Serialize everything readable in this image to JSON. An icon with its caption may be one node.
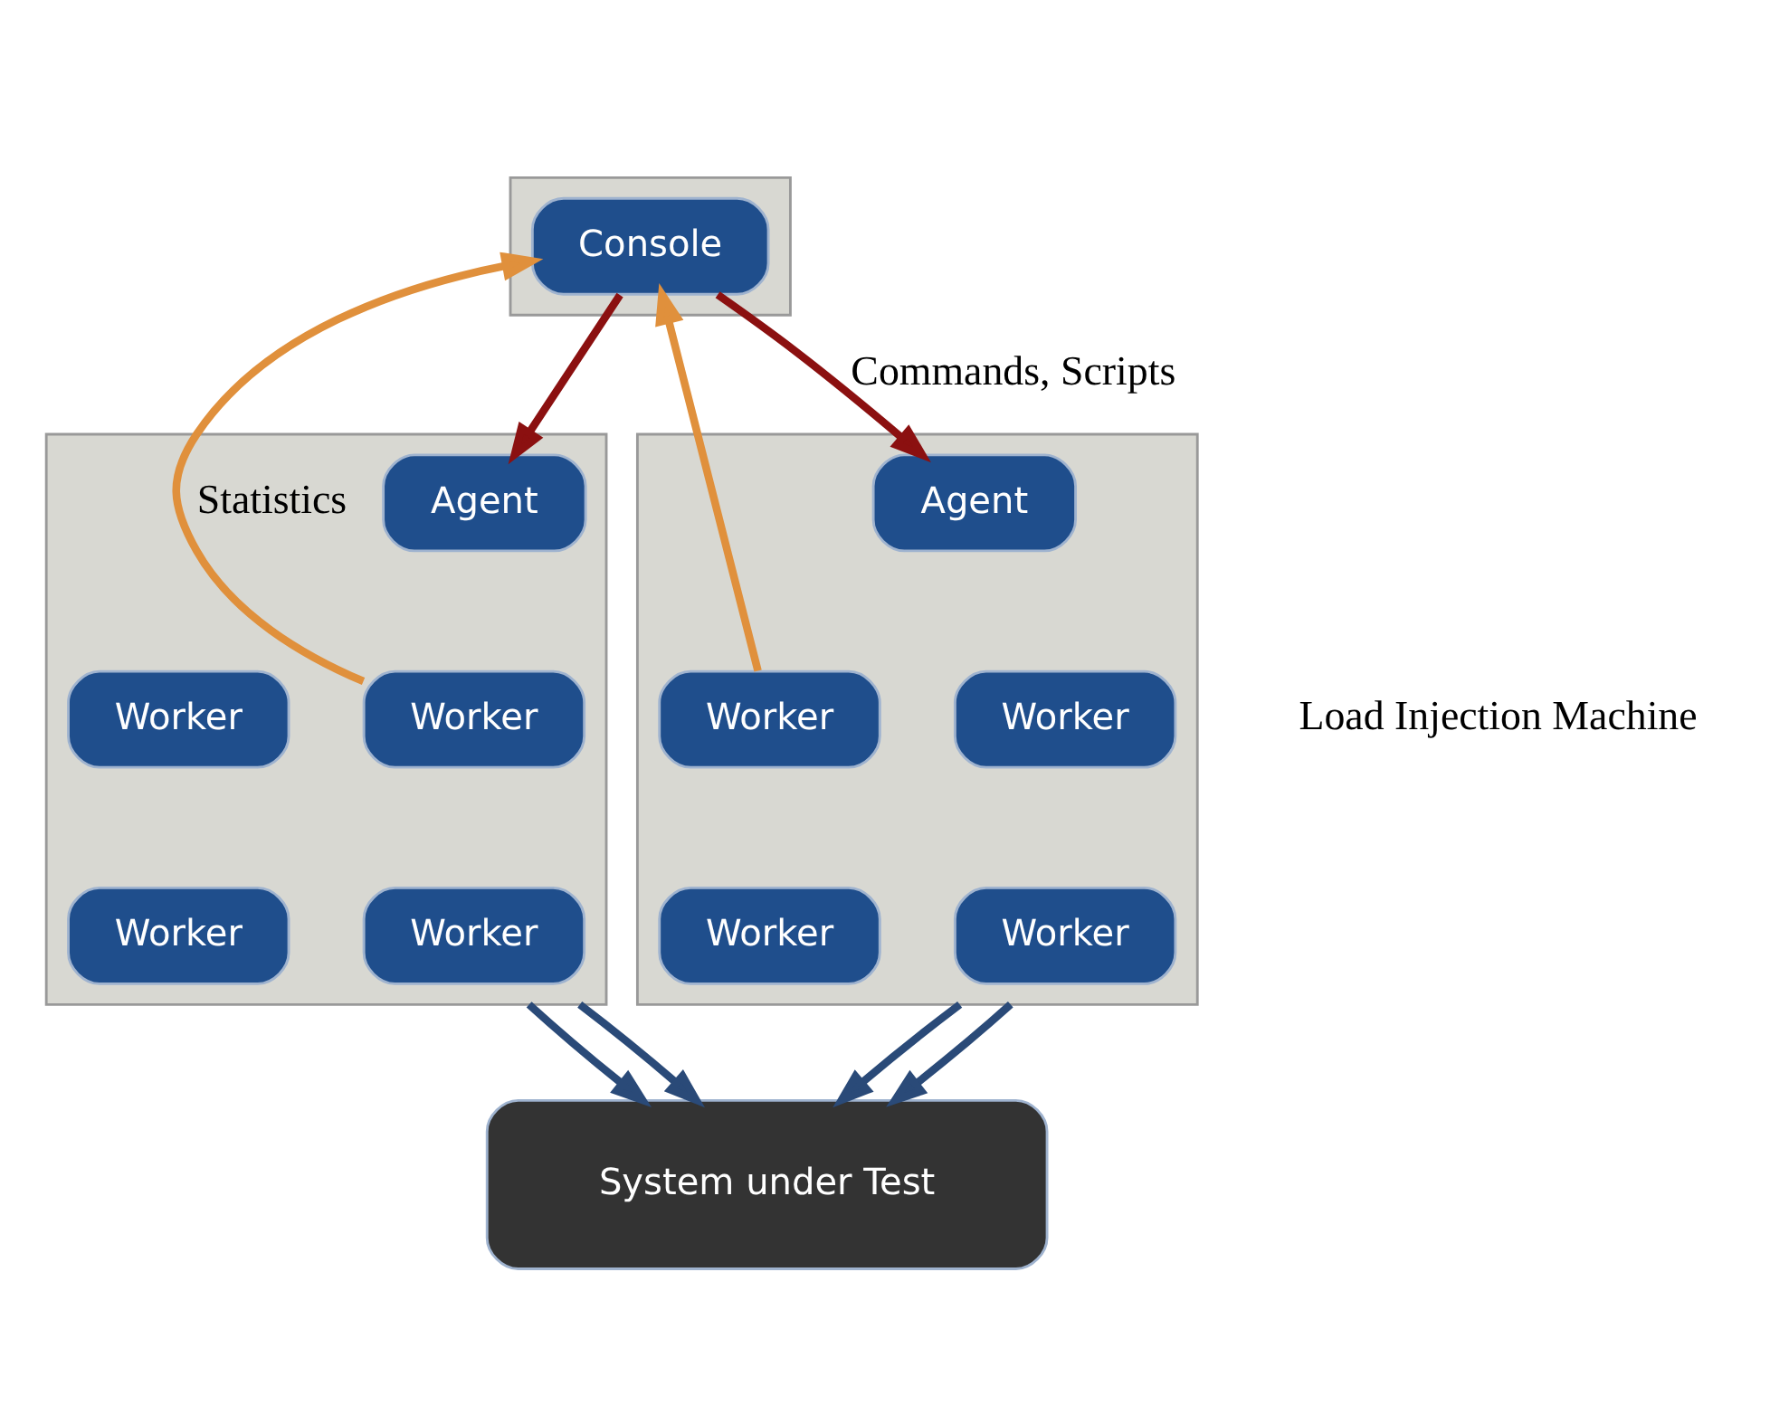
{
  "diagram": {
    "nodes": [
      {
        "text": [],
        "shape": "box"
      },
      {
        "text": [
          "Console"
        ],
        "in": 0
      },
      {
        "text": [],
        "shape": "box"
      },
      {
        "text": [
          "Agent"
        ],
        "in": 2
      },
      {
        "text": [
          "Worker"
        ],
        "in": 2
      },
      {
        "text": [
          "Worker"
        ],
        "in": 2
      },
      {
        "text": [
          "Worker"
        ],
        "in": 2
      },
      {
        "text": [
          "Worker"
        ],
        "in": 2
      },
      {
        "text": [],
        "shape": "box",
        "beside": [
          "Load Injection Machine"
        ]
      },
      {
        "text": [
          "Agent"
        ],
        "in": 8
      },
      {
        "text": [
          "Worker"
        ],
        "in": 8
      },
      {
        "text": [
          "Worker"
        ],
        "in": 8
      },
      {
        "text": [
          "Worker"
        ],
        "in": 8
      },
      {
        "text": [
          "Worker"
        ],
        "in": 8
      },
      {
        "text": [
          "System under Test"
        ]
      }
    ],
    "edges": [
      {
        "from": 1,
        "to": 3,
        "arrow": "to",
        "color": "#8b1010"
      },
      {
        "from": 5,
        "to": 1,
        "arrow": "to",
        "label": "Statistics",
        "color": "#e0903c"
      },
      {
        "from": 10,
        "to": 1,
        "arrow": "to",
        "color": "#e0903c"
      },
      {
        "from": 1,
        "to": 9,
        "arrow": "to",
        "label": "Commands, Scripts",
        "color": "#8b1010"
      },
      {
        "from": 2,
        "to": 14,
        "arrow": "to",
        "color": "#2a4a78"
      },
      {
        "from": 2,
        "to": 14,
        "arrow": "to",
        "color": "#2a4a78"
      },
      {
        "from": 8,
        "to": 14,
        "arrow": "to",
        "color": "#2a4a78"
      },
      {
        "from": 8,
        "to": 14,
        "arrow": "to",
        "color": "#2a4a78"
      }
    ]
  }
}
